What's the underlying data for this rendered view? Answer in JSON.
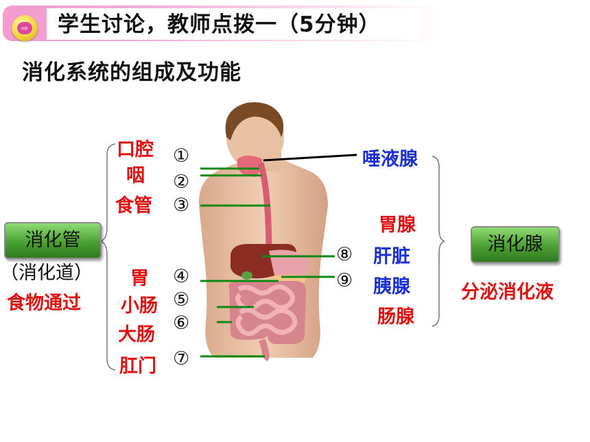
{
  "header": {
    "title": "学生讨论，教师点拨一（5分钟）",
    "subtitle": "消化系统的组成及功能"
  },
  "organs": [
    "口腔",
    "咽",
    "食管",
    "胃",
    "小肠",
    "大肠",
    "肛门"
  ],
  "numbers": [
    "①",
    "②",
    "③",
    "④",
    "⑤",
    "⑥",
    "⑦",
    "⑧",
    "⑨"
  ],
  "glands": {
    "salivary": "唾液腺",
    "gastric": "胃腺",
    "liver": "肝脏",
    "pancreas": "胰腺",
    "intestinal": "肠腺"
  },
  "left": {
    "button_label": "消化管",
    "alias": "（消化道）",
    "function": "食物通过"
  },
  "right": {
    "button_label": "消化腺",
    "function": "分泌消化液"
  },
  "colors": {
    "organ_text": "#e01010",
    "gland_blue": "#1a2fd8",
    "gland_red": "#e01010",
    "leader_line": "#0e8a14",
    "banner_pink": "#f49bd0"
  }
}
